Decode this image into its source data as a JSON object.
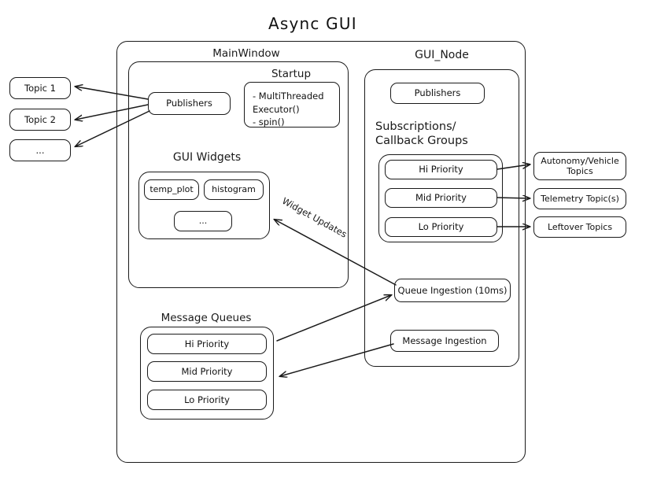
{
  "title": "Async  GUI",
  "outer_frame": {
    "name": "async-gui-frame"
  },
  "left_topics": [
    {
      "label": "Topic 1"
    },
    {
      "label": "Topic 2"
    },
    {
      "label": "..."
    }
  ],
  "main_window": {
    "label": "MainWindow",
    "publishers": {
      "label": "Publishers"
    },
    "startup": {
      "label": "Startup",
      "items": "-  MultiThreaded\n   Executor()\n-  spin()"
    },
    "gui_widgets": {
      "label": "GUI Widgets",
      "widgets": [
        {
          "label": "temp_plot"
        },
        {
          "label": "histogram"
        },
        {
          "label": "..."
        }
      ]
    }
  },
  "message_queues": {
    "label": "Message Queues",
    "queues": [
      {
        "label": "Hi Priority"
      },
      {
        "label": "Mid Priority"
      },
      {
        "label": "Lo Priority"
      }
    ]
  },
  "gui_node": {
    "label": "GUI_Node",
    "publishers": {
      "label": "Publishers"
    },
    "subscriptions": {
      "label": "Subscriptions/\nCallback Groups",
      "groups": [
        {
          "label": "Hi Priority"
        },
        {
          "label": "Mid Priority"
        },
        {
          "label": "Lo Priority"
        }
      ]
    },
    "queue_ingestion": {
      "label": "Queue Ingestion (10ms)"
    },
    "message_ingestion": {
      "label": "Message Ingestion"
    }
  },
  "right_topics": [
    {
      "label": "Autonomy/Vehicle\nTopics"
    },
    {
      "label": "Telemetry Topic(s)"
    },
    {
      "label": "Leftover Topics"
    }
  ],
  "edges": {
    "widget_updates": "Widget Updates"
  },
  "colors": {
    "stroke": "#1a1a1a",
    "background": "#ffffff"
  }
}
